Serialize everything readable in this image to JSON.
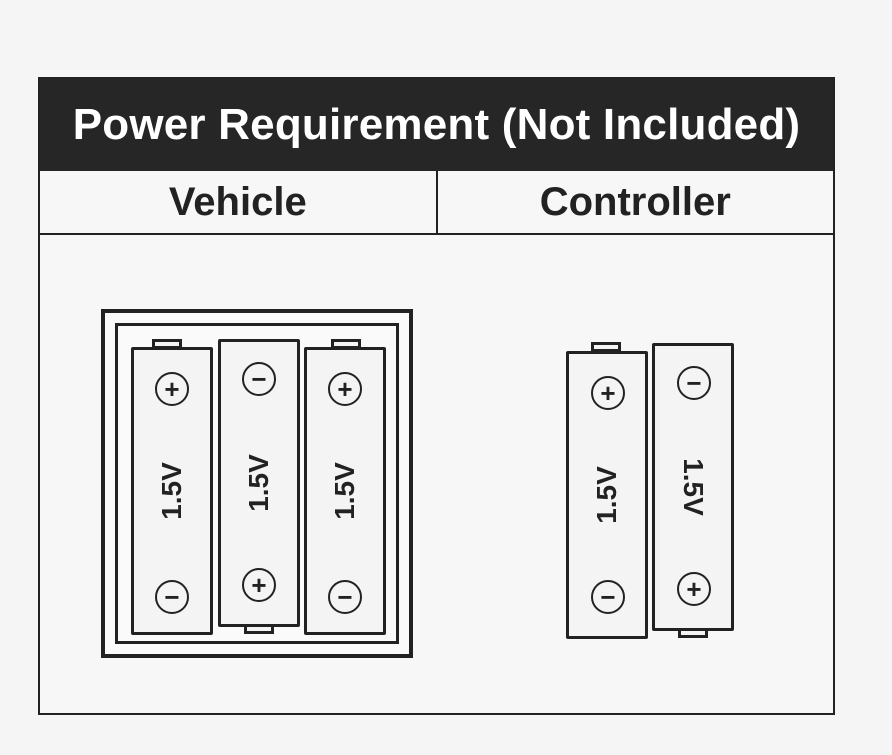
{
  "title": "Power Requirement (Not Included)",
  "columns": {
    "left": "Vehicle",
    "right": "Controller"
  },
  "vehicle": {
    "batteries": [
      {
        "voltage": "1.5V",
        "top_terminal": "+",
        "bottom_terminal": "−"
      },
      {
        "voltage": "1.5V",
        "top_terminal": "−",
        "bottom_terminal": "+"
      },
      {
        "voltage": "1.5V",
        "top_terminal": "+",
        "bottom_terminal": "−"
      }
    ]
  },
  "controller": {
    "batteries": [
      {
        "voltage": "1.5V",
        "top_terminal": "+",
        "bottom_terminal": "−"
      },
      {
        "voltage": "1.5V",
        "top_terminal": "−",
        "bottom_terminal": "+"
      }
    ]
  },
  "colors": {
    "title_bg": "#262626",
    "title_text": "#ffffff",
    "line": "#222222"
  }
}
